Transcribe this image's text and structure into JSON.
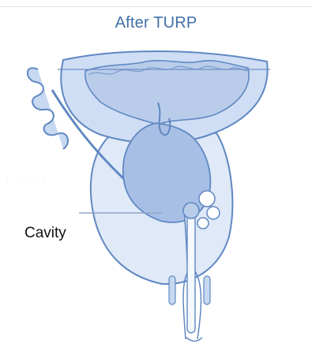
{
  "figure": {
    "title": "After TURP",
    "callout_label": "Cavity",
    "faint_label": "· · · · ·"
  },
  "colors": {
    "title": "#3f6fa8",
    "outline": "#5f88c2",
    "fill_light": "#dfe9f7",
    "fill_mid": "#c8d8f0",
    "fill_dark": "#9fb7df",
    "callout_line": "#8fa6c7",
    "text": "#111111"
  },
  "icons": {
    "urinary_tract": "anatomy-diagram"
  }
}
